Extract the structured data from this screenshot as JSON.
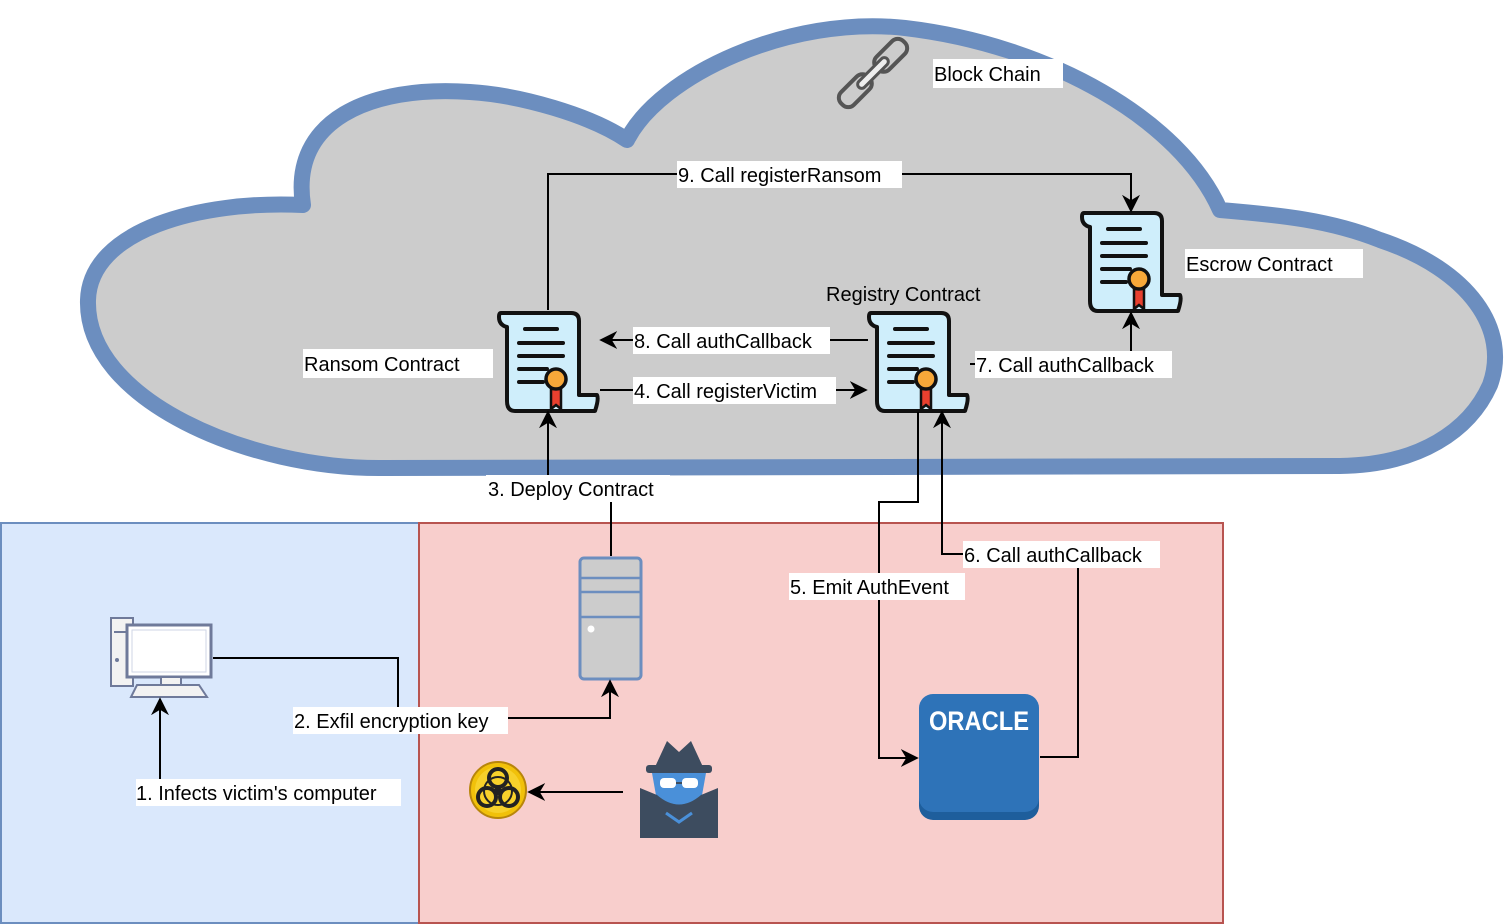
{
  "cloud": {
    "label": "Block Chain"
  },
  "contracts": {
    "ransom": "Ransom Contract",
    "registry": "Registry Contract",
    "escrow": "Escrow Contract"
  },
  "oracle": {
    "label": "ORACLE"
  },
  "edges": {
    "e1": "1. Infects victim's computer",
    "e2": "2. Exfil encryption key",
    "e3": "3. Deploy Contract",
    "e4": "4. Call registerVictim",
    "e5": "5. Emit AuthEvent",
    "e6": "6. Call authCallback",
    "e7": "7. Call authCallback",
    "e8": "8. Call authCallback",
    "e9": "9. Call registerRansom"
  },
  "colors": {
    "cloud_fill": "#cccccc",
    "cloud_stroke": "#6c8ebf",
    "victim_zone": "#dae8fc",
    "victim_zone_stroke": "#6c8ebf",
    "attacker_zone": "#f8cecc",
    "attacker_zone_stroke": "#b85450",
    "oracle": "#2e73b8",
    "contract_paper": "#cfeefb"
  }
}
